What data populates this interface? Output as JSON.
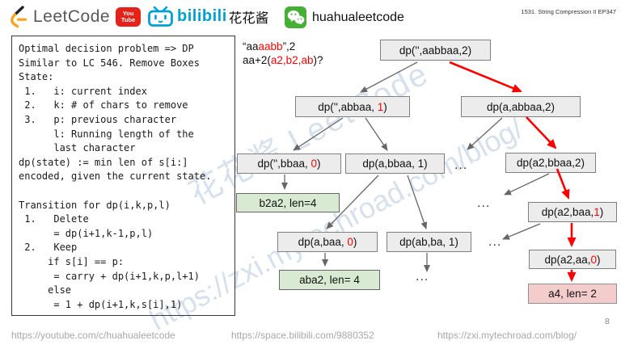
{
  "header": {
    "leetcode_label": "LeetCode",
    "youtube_line1": "You",
    "youtube_line2": "Tube",
    "bilibili_label": "bilibili",
    "bilibili_cn": "花花酱",
    "channel_name": "huahualeetcode",
    "episode": "1531. String Compression II EP347"
  },
  "notes": {
    "text": "Optimal decision problem => DP\nSimilar to LC 546. Remove Boxes\nState:\n 1.   i: current index\n 2.   k: # of chars to remove\n 3.   p: previous character\n      l: Running length of the\n      last character\ndp(state) := min len of s[i:]\nencoded, given the current state.\n\nTransition for dp(i,k,p,l)\n 1.   Delete\n      = dp(i+1,k-1,p,l)\n 2.   Keep\n     if s[i] == p:\n      = carry + dp(i+1,k,p,l+1)\n     else\n      = 1 + dp(i+1,k,s[i],1)"
  },
  "caption": {
    "l1_pre": "“aa",
    "l1_hl": "aabb",
    "l1_post": "”,2",
    "l2_pre": "aa+2(",
    "l2_hl": "a2,b2,ab",
    "l2_post": ")?"
  },
  "tree": {
    "ellipsis": "...",
    "nodes": {
      "root": {
        "pre": "dp('',aabbaa,2)",
        "hl": "",
        "post": ""
      },
      "abbaa1": {
        "pre": "dp('',abbaa, ",
        "hl": "1",
        "post": ")"
      },
      "a_abbaa2": {
        "pre": "dp(a,abbaa,2)",
        "hl": "",
        "post": ""
      },
      "bbaa0": {
        "pre": "dp('',bbaa, ",
        "hl": "0",
        "post": ")"
      },
      "a_bbaa1": {
        "pre": "dp(a,bbaa, 1)",
        "hl": "",
        "post": ""
      },
      "a2_bbaa2": {
        "pre": "dp(a2,bbaa,2)",
        "hl": "",
        "post": ""
      },
      "b2a2": {
        "pre": "b2a2, len=4",
        "hl": "",
        "post": ""
      },
      "a_baa0": {
        "pre": "dp(a,baa, ",
        "hl": "0",
        "post": ")"
      },
      "ab_ba1": {
        "pre": "dp(ab,ba, 1)",
        "hl": "",
        "post": ""
      },
      "a2_baa1": {
        "pre": "dp(a2,baa,",
        "hl": "1",
        "post": ")"
      },
      "a2_aa0": {
        "pre": "dp(a2,aa,",
        "hl": "0",
        "post": ")"
      },
      "aba2": {
        "pre": "aba2, len= 4",
        "hl": "",
        "post": ""
      },
      "a4": {
        "pre": "a4, len= 2",
        "hl": "",
        "post": ""
      }
    }
  },
  "watermarks": {
    "wm1": "花花酱 LeetCode",
    "wm2": "https://zxi.mytechroad.com/blog/"
  },
  "footer": {
    "youtube_url": "https://youtube.com/c/huahualeetcode",
    "bilibili_url": "https://space.bilibili.com/9880352",
    "blog_url": "https://zxi.mytechroad.com/blog/",
    "page": "8"
  },
  "colors": {
    "accent_red": "#ff0000",
    "node_fill": "#ececec",
    "node_border": "#7f7f7f",
    "green_fill": "#d9ead3",
    "pink_fill": "#f4cccc",
    "watermark": "#93b1cf",
    "leetcode_orange": "#ffa116",
    "youtube_red": "#e62117",
    "bilibili_blue": "#00a1d6",
    "wechat_green": "#45b035"
  }
}
